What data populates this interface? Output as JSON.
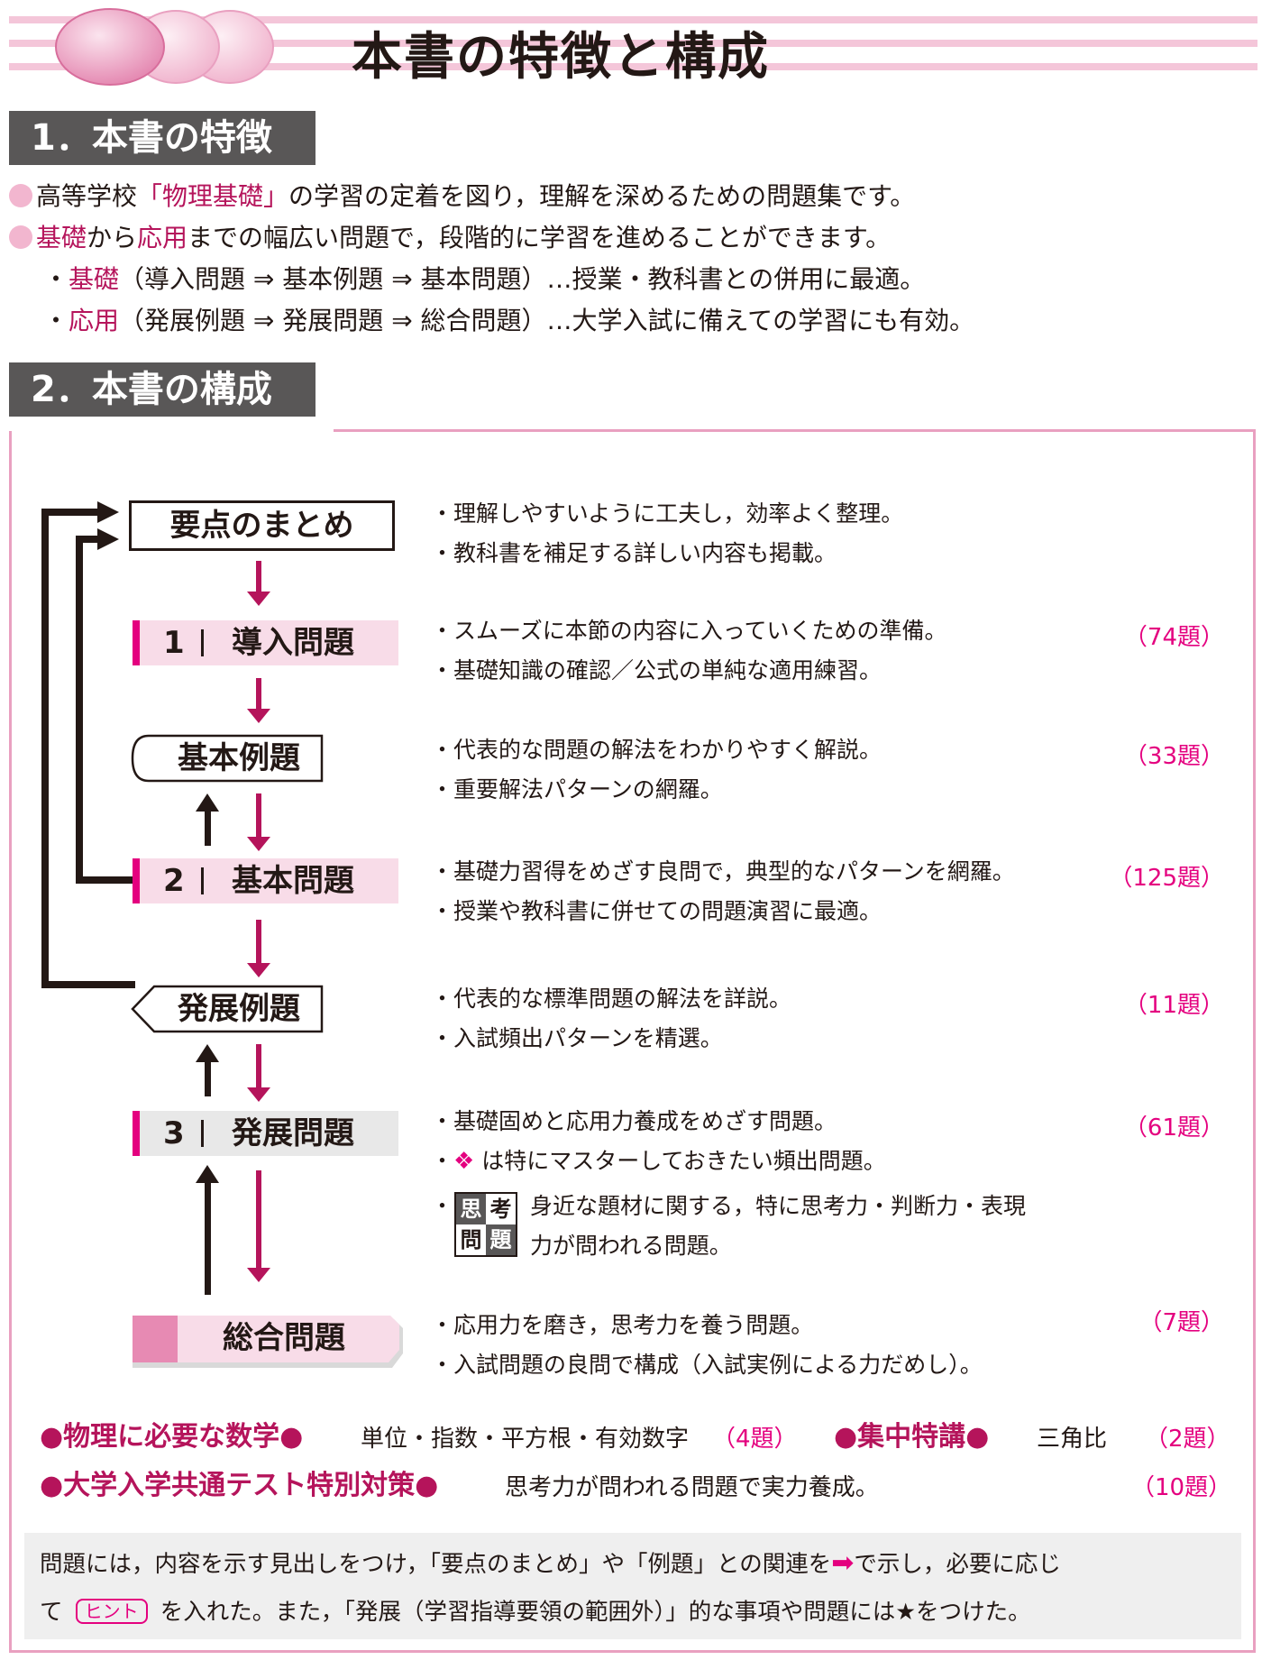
{
  "header": {
    "title": "本書の特徴と構成"
  },
  "sec1": {
    "heading": "1．本書の特徴",
    "bullets": [
      {
        "pre": "高等学校",
        "hl": "「物理基礎」",
        "post": "の学習の定着を図り，理解を深めるための問題集です。"
      },
      {
        "hl1": "基礎",
        "mid1": "から",
        "hl2": "応用",
        "post": "までの幅広い問題で，段階的に学習を進めることができます。"
      }
    ],
    "subs": [
      {
        "hl": "基礎",
        "text": "（導入問題 ⇒ 基本例題 ⇒ 基本問題）…授業・教科書との併用に最適。"
      },
      {
        "hl": "応用",
        "text": "（発展例題 ⇒ 発展問題 ⇒ 総合問題）…大学入試に備えての学習にも有効。"
      }
    ]
  },
  "sec2": {
    "heading": "2．本書の構成",
    "items": [
      {
        "label": "要点のまとめ",
        "num": "",
        "count": "",
        "lines": [
          "・理解しやすいように工夫し，効率よく整理。",
          "・教科書を補足する詳しい内容も掲載。"
        ]
      },
      {
        "label": "導入問題",
        "num": "1",
        "count": "（74題）",
        "lines": [
          "・スムーズに本節の内容に入っていくための準備。",
          "・基礎知識の確認／公式の単純な適用練習。"
        ]
      },
      {
        "label": "基本例題",
        "num": "",
        "count": "（33題）",
        "lines": [
          "・代表的な問題の解法をわかりやすく解説。",
          "・重要解法パターンの網羅。"
        ]
      },
      {
        "label": "基本問題",
        "num": "2",
        "count": "（125題）",
        "lines": [
          "・基礎力習得をめざす良問で，典型的なパターンを網羅。",
          "・授業や教科書に併せての問題演習に最適。"
        ]
      },
      {
        "label": "発展例題",
        "num": "",
        "count": "（11題）",
        "lines": [
          "・代表的な標準問題の解法を詳説。",
          "・入試頻出パターンを精選。"
        ]
      },
      {
        "label": "発展問題",
        "num": "3",
        "count": "（61題）",
        "lines": [
          "・基礎固めと応用力養成をめざす問題。",
          "は特にマスターしておきたい頻出問題。",
          "身近な題材に関する，特に思考力・判断力・表現",
          "力が問われる問題。"
        ]
      },
      {
        "label": "総合問題",
        "num": "",
        "count": "（7題）",
        "lines": [
          "・応用力を磨き，思考力を養う問題。",
          "・入試問題の良問で構成（入試実例による力だめし）。"
        ]
      }
    ],
    "badge": [
      "思",
      "考",
      "問",
      "題"
    ],
    "specials": [
      {
        "title": "●物理に必要な数学●",
        "text": "単位・指数・平方根・有効数字",
        "count": "（4題）"
      },
      {
        "title": "●集中特講●",
        "text": "三角比",
        "count": "（2題）"
      },
      {
        "title": "●大学入学共通テスト特別対策●",
        "text": "思考力が問われる問題で実力養成。",
        "count": "（10題）"
      }
    ],
    "note": {
      "line1": "問題には，内容を示す見出しをつけ，「要点のまとめ」や「例題」との関連を",
      "line1b": "で示し，必要に応じ",
      "line2a": "て",
      "hint": "ヒント",
      "line2b": "を入れた。また，「発展（学習指導要領の範囲外）」的な事項や問題には★をつけた。"
    }
  }
}
